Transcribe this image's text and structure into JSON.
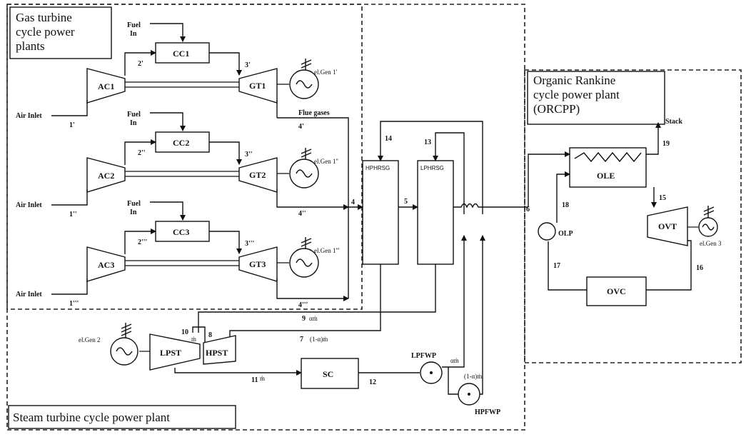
{
  "regions": {
    "gas": "Gas turbine\ncycle power\nplants",
    "steam": "Steam turbine cycle power plant",
    "orc": "Organic Rankine\ncycle power plant\n(ORCPP)"
  },
  "gas_units": [
    {
      "fuel": "Fuel\nIn",
      "cc": "CC1",
      "ac": "AC1",
      "gt": "GT1",
      "gen": "el.Gen 1'",
      "air": "Air Inlet",
      "s1": "1'",
      "s2": "2'",
      "s3": "3'",
      "s4": "4'",
      "flue": "Flue gases"
    },
    {
      "fuel": "Fuel\nIn",
      "cc": "CC2",
      "ac": "AC2",
      "gt": "GT2",
      "gen": "el.Gen 1''",
      "air": "Air Inlet",
      "s1": "1''",
      "s2": "2''",
      "s3": "3''",
      "s4": "4''"
    },
    {
      "fuel": "Fuel\nIn",
      "cc": "CC3",
      "ac": "AC3",
      "gt": "GT3",
      "gen": "el.Gen 1'''",
      "air": "Air Inlet",
      "s1": "1'''",
      "s2": "2'''",
      "s3": "3'''",
      "s4": "4'''"
    }
  ],
  "hrsg": {
    "hp": "HPHRSG",
    "lp": "LPHRSG"
  },
  "steam": {
    "lpst": "LPST",
    "hpst": "HPST",
    "sc": "SC",
    "lpfwp": "LPFWP",
    "hpfwp": "HPFWP",
    "gen": "el.Gen 2"
  },
  "orc": {
    "ole": "OLE",
    "ovt": "OVT",
    "ovc": "OVC",
    "olp": "OLP",
    "gen": "el.Gen 3",
    "stack": "Stack"
  },
  "states": {
    "s4": "4",
    "s5": "5",
    "s6": "6",
    "s7": "7",
    "s7flow": "(1-α)ṁ",
    "s8": "8",
    "s9": "9",
    "s9flow": "αṁ",
    "s10": "10",
    "s10flow": "ṁ",
    "s11": "11",
    "s11flow": "ṁ",
    "s12": "12",
    "s13": "13",
    "s14": "14",
    "s15": "15",
    "s16": "16",
    "s17": "17",
    "s18": "18",
    "s19": "19",
    "alpha": "αṁ",
    "one_minus_alpha": "(1-α)ṁ"
  }
}
